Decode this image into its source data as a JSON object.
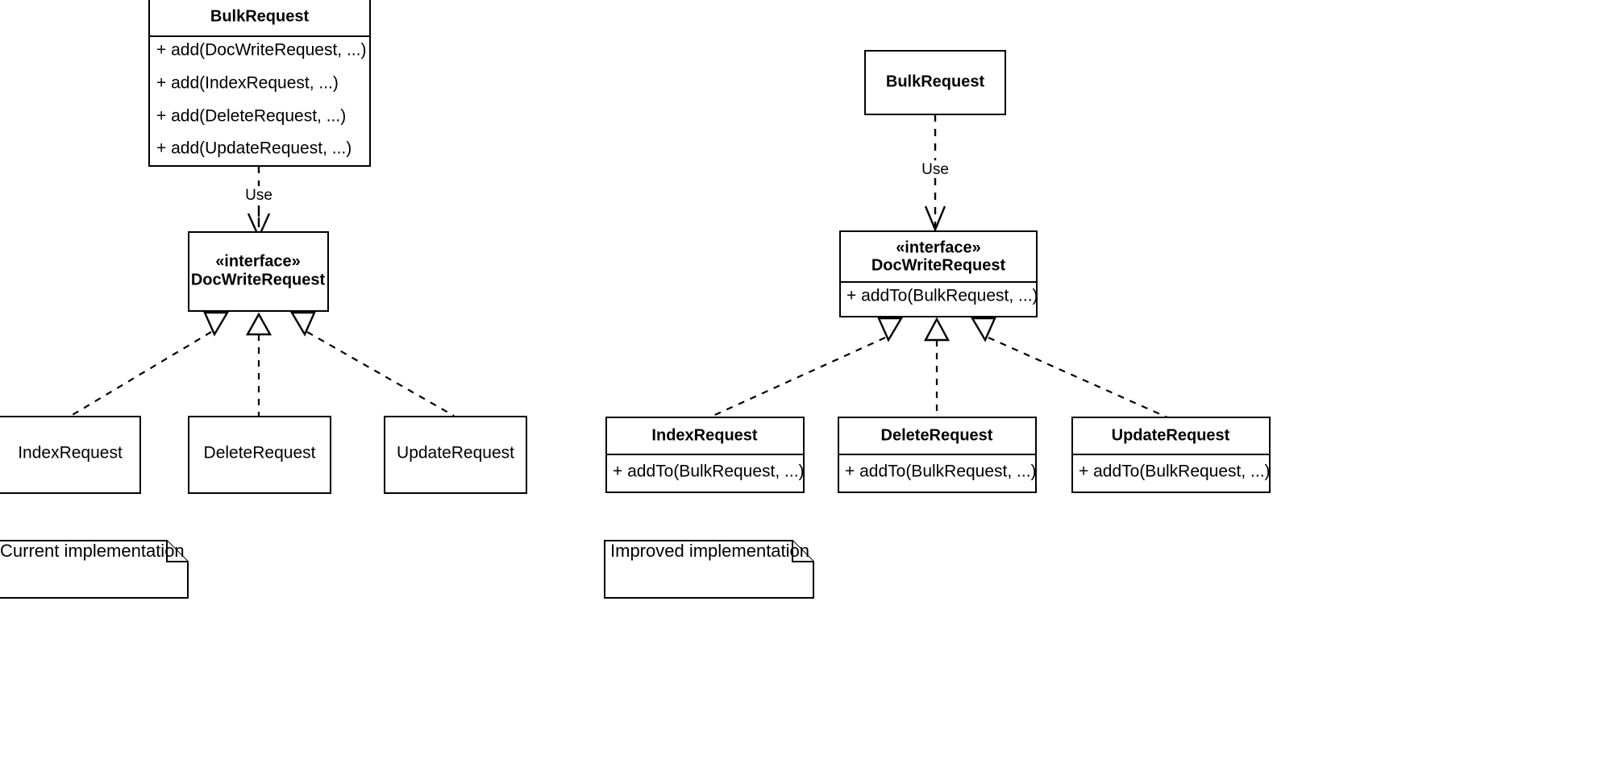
{
  "diagram": {
    "kind": "uml-class-diagram",
    "background_color": "#ffffff",
    "line_color": "#000000"
  },
  "left_panel": {
    "note_label": "Current implementation",
    "bulk_request": {
      "title": "BulkRequest",
      "methods": [
        "+ add(DocWriteRequest, ...)",
        "+ add(IndexRequest, ...)",
        "+ add(DeleteRequest, ...)",
        "+ add(UpdateRequest, ...)"
      ]
    },
    "interface": {
      "stereotype": "« interface »",
      "stereotype_text": "«interface»",
      "title": "DocWriteRequest",
      "methods": []
    },
    "dependency_label": "Use",
    "subclasses": [
      {
        "title": "IndexRequest",
        "methods": []
      },
      {
        "title": "DeleteRequest",
        "methods": []
      },
      {
        "title": "UpdateRequest",
        "methods": []
      }
    ]
  },
  "right_panel": {
    "note_label": "Improved implementation",
    "bulk_request": {
      "title": "BulkRequest",
      "methods": []
    },
    "interface": {
      "stereotype_text": "«interface»",
      "title": "DocWriteRequest",
      "methods": [
        "+ addTo(BulkRequest, ...)"
      ]
    },
    "dependency_label": "Use",
    "subclasses": [
      {
        "title": "IndexRequest",
        "methods": [
          "+ addTo(BulkRequest, ...)"
        ]
      },
      {
        "title": "DeleteRequest",
        "methods": [
          "+ addTo(BulkRequest, ...)"
        ]
      },
      {
        "title": "UpdateRequest",
        "methods": [
          "+ addTo(BulkRequest, ...)"
        ]
      }
    ]
  }
}
